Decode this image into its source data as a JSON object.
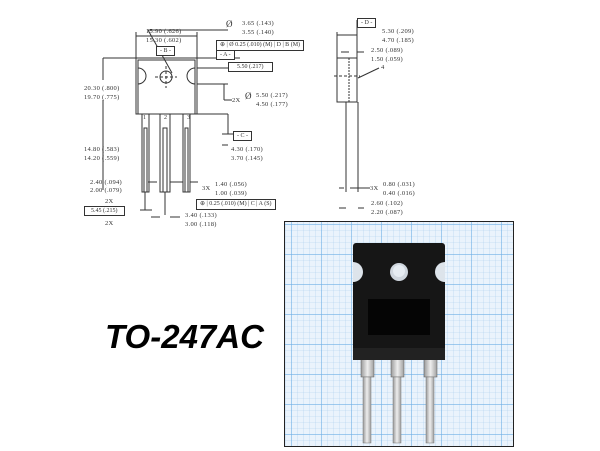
{
  "title": "TO-247AC",
  "front_view": {
    "width_dim": [
      "15.90 (.626)",
      "15.30 (.602)"
    ],
    "datum_b": "- B -",
    "hole_dia": [
      "3.65 (.143)",
      "3.55 (.140)"
    ],
    "hole_symbol": "Ø",
    "fcf_top": {
      "tol": "0.25 (.010)",
      "mod": "M",
      "d1": "D",
      "d2": "B",
      "mod2": "M"
    },
    "datum_a": "- A -",
    "hole_offset": "5.50 (.217)",
    "height_dim": [
      "20.30 (.800)",
      "19.70 (.775)"
    ],
    "slot_label": "2X",
    "slot_dia": [
      "5.50 (.217)",
      "4.50 (.177)"
    ],
    "pin_numbers": [
      "1",
      "2",
      "3"
    ],
    "datum_c": "- C -",
    "shoulder_dim": [
      "4.30 (.170)",
      "3.70 (.145)"
    ],
    "lead_len": [
      "14.80 (.583)",
      "14.20 (.559)"
    ],
    "lead_w_wide": [
      "2.40 (.094)",
      "2.00 (.079)"
    ],
    "lead_w_wide_mult": "2X",
    "pitch": "5.45 (.215)",
    "pitch_mult": "2X",
    "lead_w_narrow": [
      "1.40 (.056)",
      "1.00 (.039)"
    ],
    "lead_w_narrow_mult": "3X",
    "fcf_bottom": {
      "tol": "0.25 (.010)",
      "mod": "M",
      "d1": "C",
      "d2": "A",
      "mod2": "S"
    },
    "center_lead_w": [
      "3.40 (.133)",
      "3.00 (.118)"
    ]
  },
  "side_view": {
    "datum_d": "- D -",
    "thickness": [
      "5.30 (.209)",
      "4.70 (.185)"
    ],
    "tab_thick": [
      "2.50 (.089)",
      "1.50 (.059)"
    ],
    "tab_label": "4",
    "lead_thick": [
      "0.80 (.031)",
      "0.40 (.016)"
    ],
    "lead_thick_mult": "3X",
    "lead_offset": [
      "2.60 (.102)",
      "2.20 (.087)"
    ]
  },
  "photo": {
    "grid_color": "#a9cdee",
    "grid_major_color": "#6fb0e6",
    "body_color": "#141414",
    "lead_color": "#c9c9c9"
  }
}
